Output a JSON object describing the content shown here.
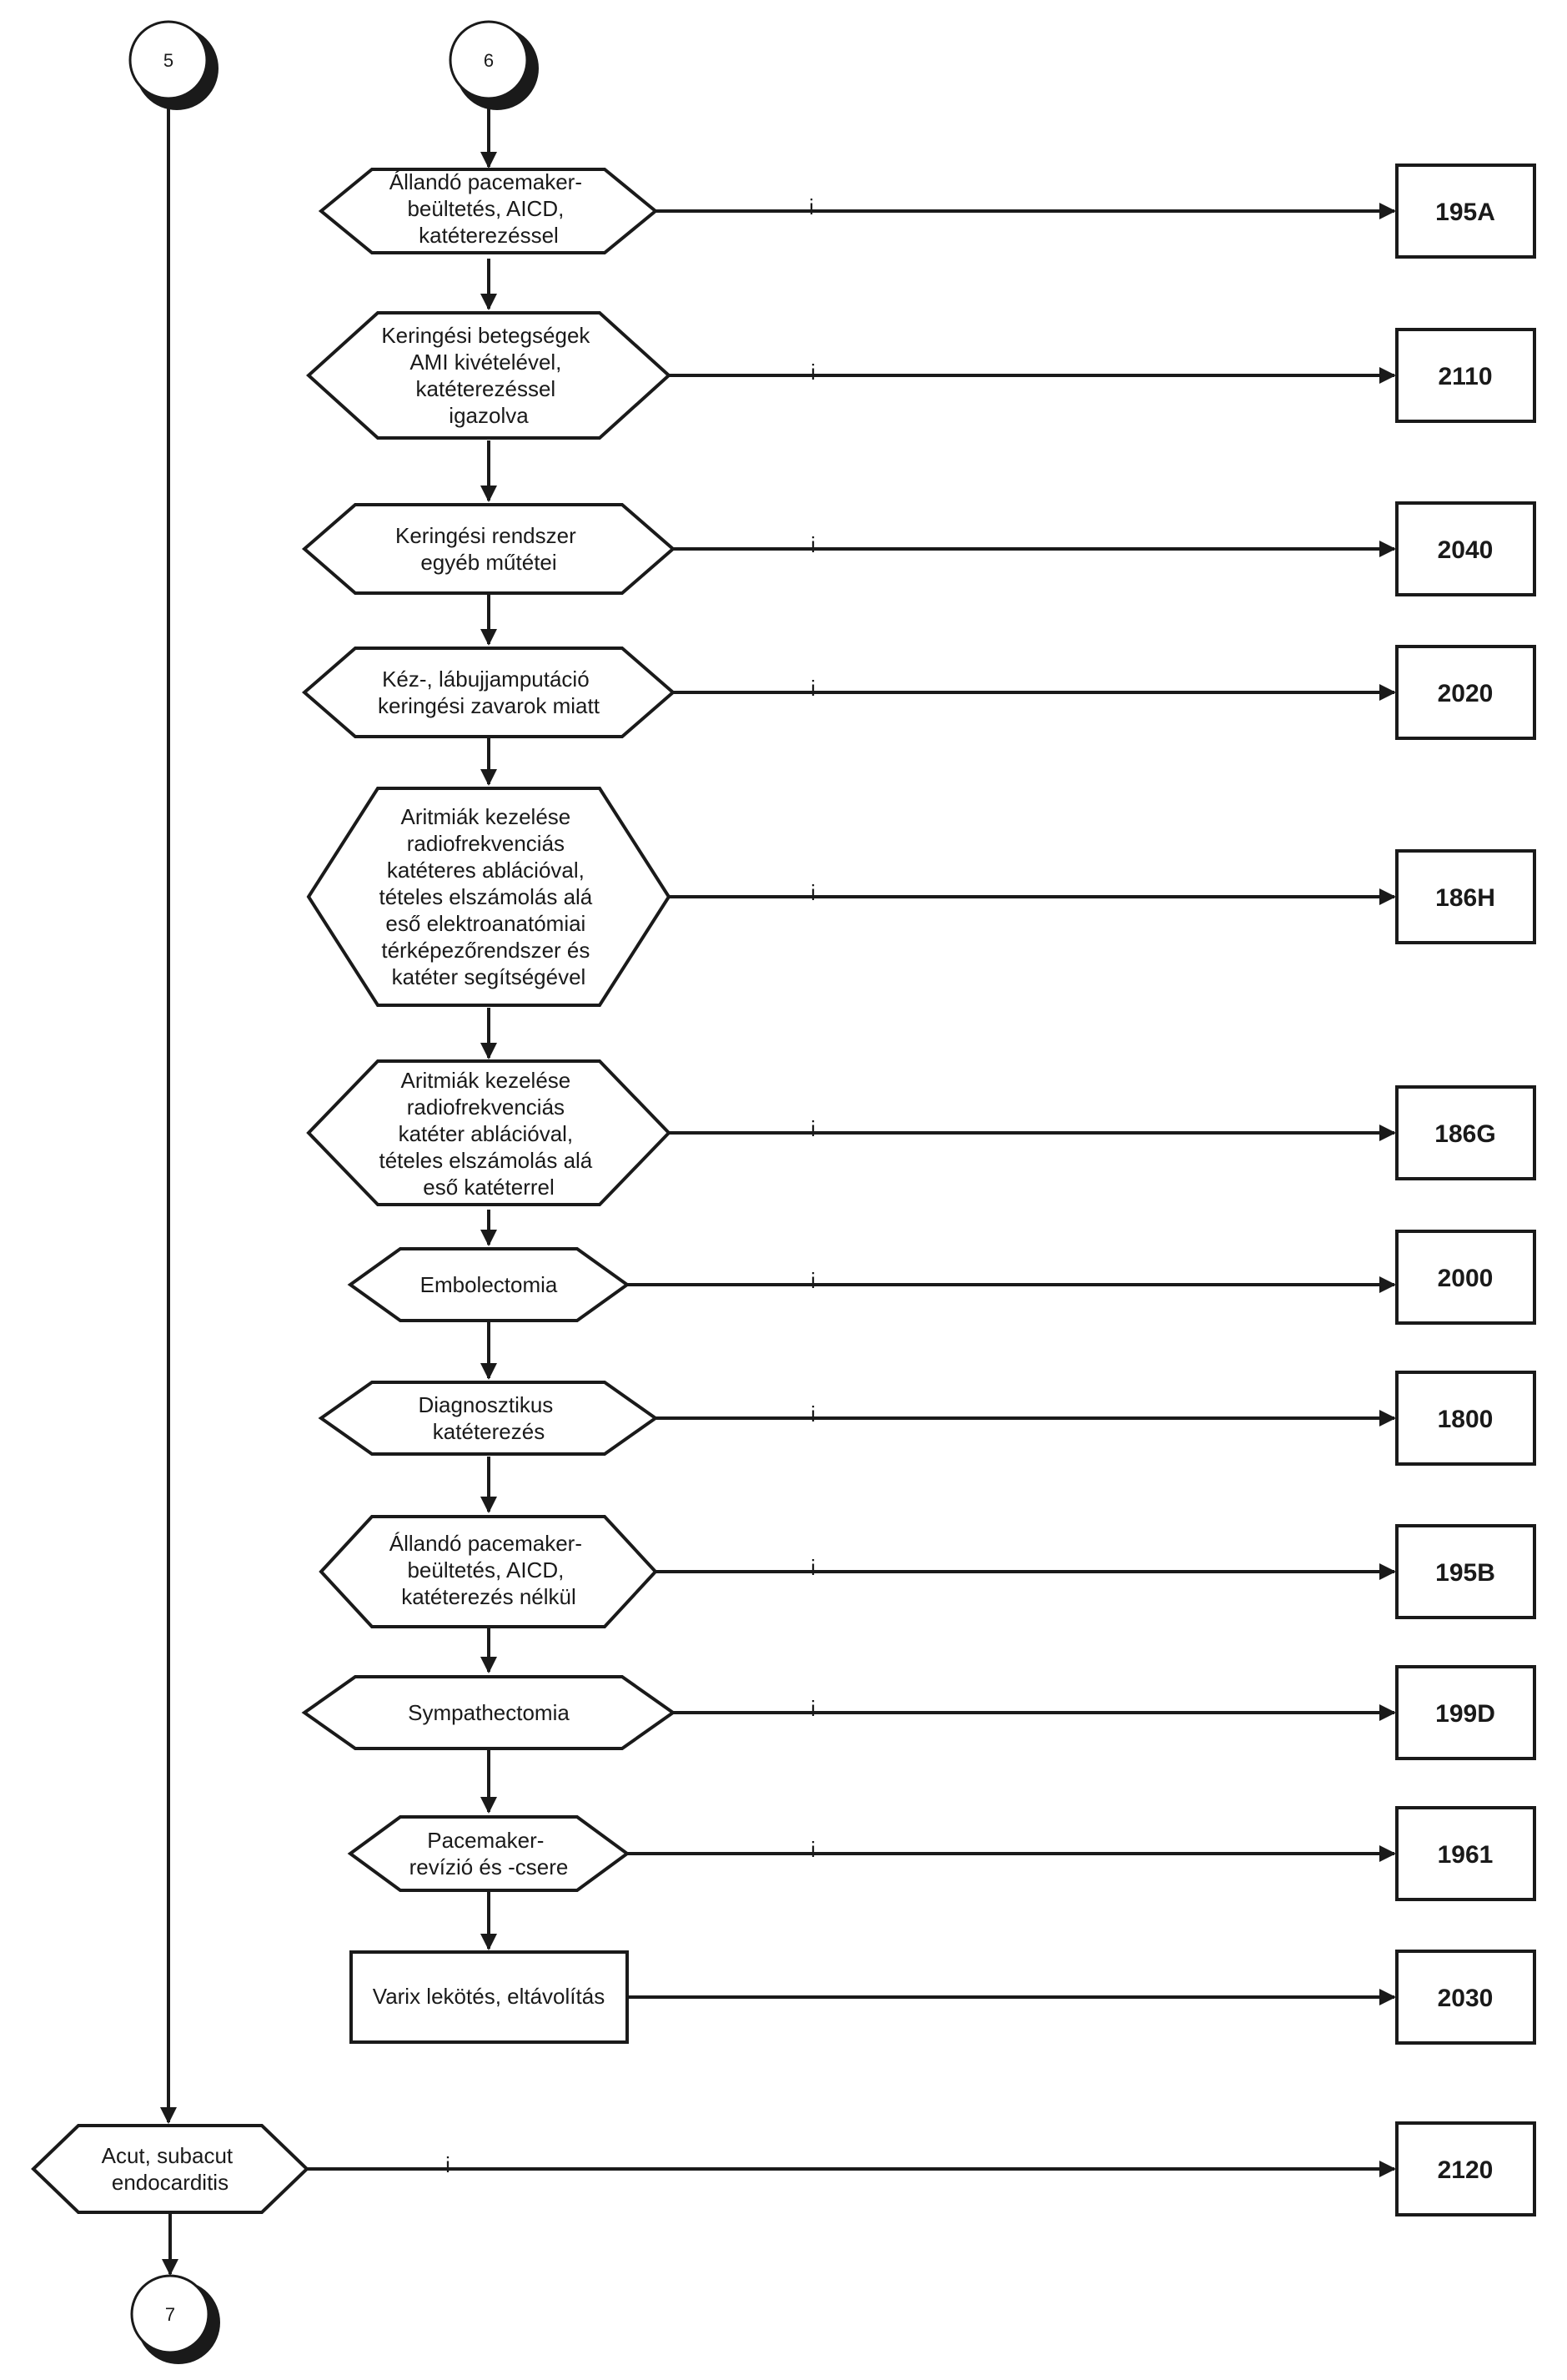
{
  "connectors": {
    "in_5": "5",
    "in_6": "6",
    "out_7": "7"
  },
  "branch_label": "i",
  "decisions": [
    {
      "lines": [
        "Állandó pacemaker-",
        "beültetés, AICD,",
        "katéterezéssel"
      ],
      "code": "195A"
    },
    {
      "lines": [
        "Keringési betegségek",
        "AMI kivételével,",
        "katéterezéssel",
        "igazolva"
      ],
      "code": "2110"
    },
    {
      "lines": [
        "Keringési rendszer",
        "egyéb műtétei"
      ],
      "code": "2040"
    },
    {
      "lines": [
        "Kéz-, lábujjamputáció",
        "keringési zavarok miatt"
      ],
      "code": "2020"
    },
    {
      "lines": [
        "Aritmiák kezelése",
        "radiofrekvenciás",
        "katéteres ablációval,",
        "tételes elszámolás alá",
        "eső elektroanatómiai",
        "térképezőrendszer és",
        "katéter segítségével"
      ],
      "code": "186H"
    },
    {
      "lines": [
        "Aritmiák kezelése",
        "radiofrekvenciás",
        "katéter ablációval,",
        "tételes elszámolás alá",
        "eső katéterrel"
      ],
      "code": "186G"
    },
    {
      "lines": [
        "Embolectomia"
      ],
      "code": "2000"
    },
    {
      "lines": [
        "Diagnosztikus",
        "katéterezés"
      ],
      "code": "1800"
    },
    {
      "lines": [
        "Állandó pacemaker-",
        "beültetés, AICD,",
        "katéterezés nélkül"
      ],
      "code": "195B"
    },
    {
      "lines": [
        "Sympathectomia"
      ],
      "code": "199D"
    },
    {
      "lines": [
        "Pacemaker-",
        "revízió és -csere"
      ],
      "code": "1961"
    }
  ],
  "final_process": {
    "lines": [
      "Varix lekötés, eltávolítás"
    ],
    "code": "2030"
  },
  "left_decision": {
    "lines": [
      "Acut, subacut",
      "endocarditis"
    ],
    "code": "2120"
  }
}
